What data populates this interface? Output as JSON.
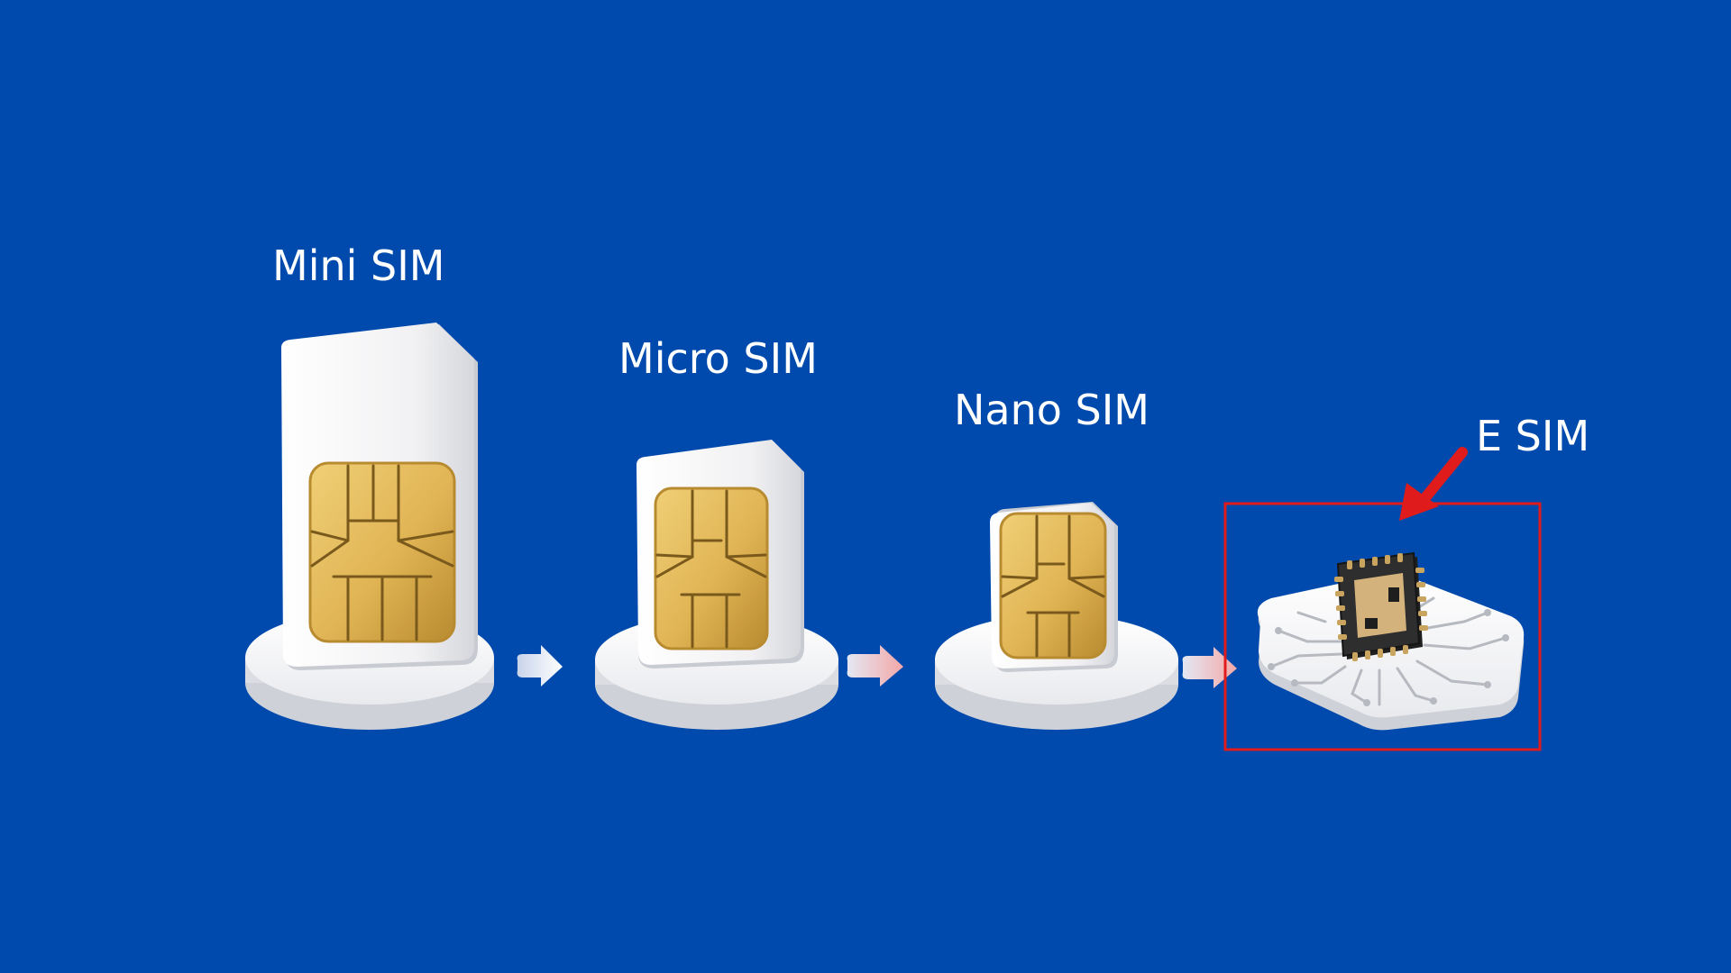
{
  "colors": {
    "background": "#004aad",
    "card": "#f2f2f4",
    "card_shade": "#d9dadf",
    "pedestal": "#f4f4f6",
    "pedestal_side": "#dcdde2",
    "chip_gold": "#e0b454",
    "chip_gold_dark": "#b8892e",
    "chip_line": "#7a5a1c",
    "esim_chip": "#2b2b2b",
    "esim_core": "#d4b27c",
    "highlight": "#e01b1b",
    "arrow": "#e8eef8"
  },
  "diagram": {
    "stages": [
      {
        "label": "Mini SIM",
        "icon": "mini-sim-card-icon"
      },
      {
        "label": "Micro SIM",
        "icon": "micro-sim-card-icon"
      },
      {
        "label": "Nano SIM",
        "icon": "nano-sim-card-icon"
      },
      {
        "label": "E SIM",
        "icon": "esim-chip-icon",
        "highlighted": true
      }
    ],
    "connectors": [
      "right-arrow-icon",
      "right-arrow-icon",
      "right-arrow-icon"
    ],
    "pointer": "red-pointer-arrow-icon"
  }
}
